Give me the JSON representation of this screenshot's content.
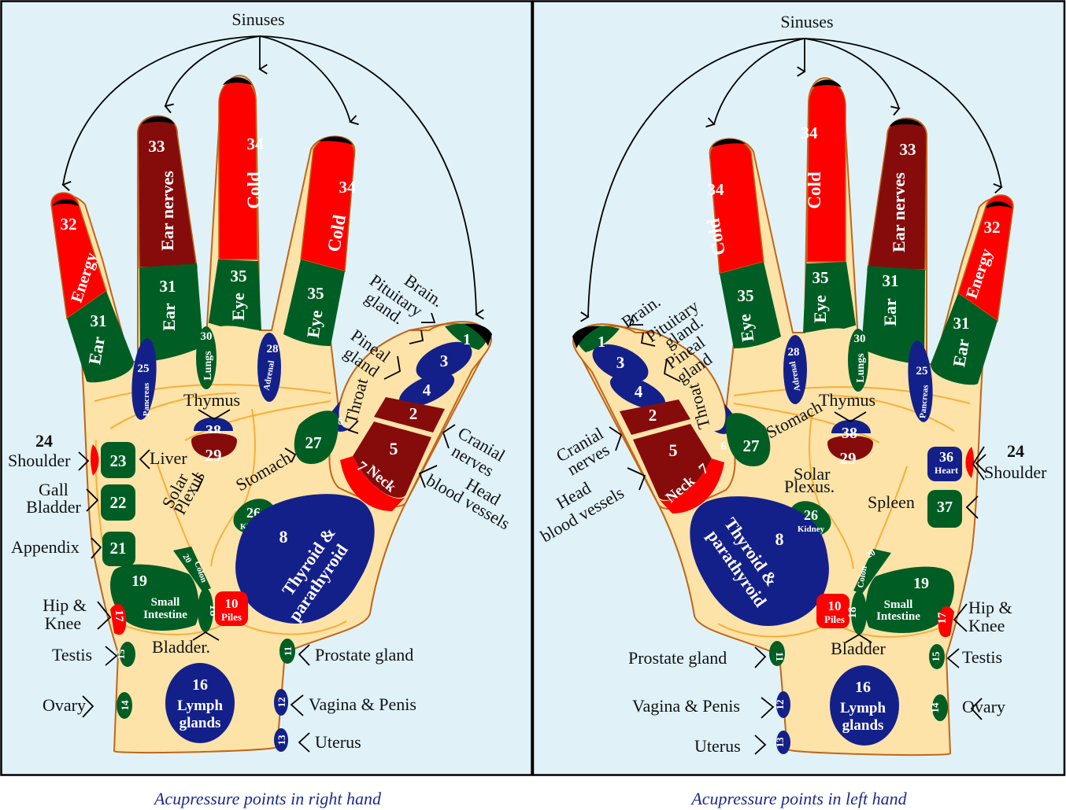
{
  "title": "Acupressure points in hands",
  "colors": {
    "background": "#e0f2f8",
    "skin": "#fde3a8",
    "red": "#ff0000",
    "maroon": "#860c0c",
    "green": "#005e24",
    "blue": "#14208a",
    "caption": "#1d2a8c",
    "crease": "#f5a623"
  },
  "hands": [
    {
      "id": "right",
      "caption": "Acupressure points in right hand",
      "sinuses_label": "Sinuses",
      "fingers": [
        {
          "name": "little",
          "tip_point": "32",
          "tip_label": "Energy",
          "tip_color": "red",
          "base_point": "31",
          "base_label": "Ear"
        },
        {
          "name": "ring",
          "tip_point": "33",
          "tip_label": "Ear nerves",
          "tip_color": "maroon",
          "base_point": "31",
          "base_label": "Ear"
        },
        {
          "name": "middle",
          "tip_point": "34",
          "tip_label": "Cold",
          "tip_color": "red",
          "base_point": "35",
          "base_label": "Eye"
        },
        {
          "name": "index",
          "tip_point": "34",
          "tip_label": "Cold",
          "tip_color": "red",
          "base_point": "35",
          "base_label": "Eye"
        }
      ],
      "thumb": {
        "segments": [
          {
            "point": "1",
            "color": "green"
          },
          {
            "point": "3",
            "color": "blue"
          },
          {
            "point": "4",
            "color": "blue"
          },
          {
            "point": "2",
            "color": "maroon"
          },
          {
            "point": "5",
            "color": "maroon"
          },
          {
            "point": "7",
            "label": "Neck",
            "color": "red"
          }
        ],
        "labels": [
          "Brain.",
          "Pituitary gland.",
          "Pineal gland",
          "Throat",
          "Cranial nerves",
          "Head blood vessels"
        ]
      },
      "palm_points": [
        {
          "point": "25",
          "label": "Pancreas",
          "color": "blue"
        },
        {
          "point": "30",
          "label": "Lungs",
          "color": "green"
        },
        {
          "point": "28",
          "label": "Adrenal",
          "color": "blue"
        },
        {
          "point": "38",
          "label": "",
          "color": "blue"
        },
        {
          "point": "29",
          "label": "",
          "color": "maroon"
        },
        {
          "point": "6",
          "label": "",
          "color": "blue"
        },
        {
          "point": "27",
          "label": "",
          "color": "green"
        },
        {
          "point": "26",
          "label": "Kidney",
          "color": "green"
        },
        {
          "point": "8",
          "label": "Thyroid & parathyroid",
          "color": "blue"
        },
        {
          "point": "23",
          "label": "",
          "color": "green"
        },
        {
          "point": "22",
          "label": "",
          "color": "green"
        },
        {
          "point": "21",
          "label": "",
          "color": "green"
        },
        {
          "point": "19",
          "label": "Small Intestine",
          "color": "green"
        },
        {
          "point": "20",
          "label": "Colon",
          "color": "green"
        },
        {
          "point": "18",
          "label": "",
          "color": "green"
        },
        {
          "point": "10",
          "label": "Piles",
          "color": "red"
        },
        {
          "point": "17",
          "label": "",
          "color": "red"
        },
        {
          "point": "24",
          "label": "",
          "color": "red"
        },
        {
          "point": "15",
          "label": "",
          "color": "green"
        },
        {
          "point": "11",
          "label": "",
          "color": "green"
        },
        {
          "point": "14",
          "label": "",
          "color": "green"
        },
        {
          "point": "16",
          "label": "Lymph glands",
          "color": "blue"
        },
        {
          "point": "12",
          "label": "",
          "color": "blue"
        },
        {
          "point": "13",
          "label": "",
          "color": "blue"
        }
      ],
      "side_labels": {
        "thymus": "Thymus",
        "liver": "Liver",
        "solar_plexus": "Solar Plexus",
        "stomach": "Stomach",
        "shoulder_num": "24",
        "shoulder": "Shoulder",
        "gall_bladder": "Gall Bladder",
        "appendix": "Appendix",
        "hip_knee": "Hip & Knee",
        "bladder": "Bladder.",
        "testis": "Testis",
        "prostate": "Prostate gland",
        "ovary": "Ovary",
        "vagina_penis": "Vagina & Penis",
        "uterus": "Uterus"
      }
    },
    {
      "id": "left",
      "caption": "Acupressure points in left hand",
      "sinuses_label": "Sinuses",
      "fingers": [
        {
          "name": "index",
          "tip_point": "34",
          "tip_label": "Cold",
          "tip_color": "red",
          "base_point": "35",
          "base_label": "Eye"
        },
        {
          "name": "middle",
          "tip_point": "34",
          "tip_label": "Cold",
          "tip_color": "red",
          "base_point": "35",
          "base_label": "Eye"
        },
        {
          "name": "ring",
          "tip_point": "33",
          "tip_label": "Ear nerves",
          "tip_color": "maroon",
          "base_point": "31",
          "base_label": "Ear"
        },
        {
          "name": "little",
          "tip_point": "32",
          "tip_label": "Energy",
          "tip_color": "red",
          "base_point": "31",
          "base_label": "Ear"
        }
      ],
      "thumb": {
        "segments": [
          {
            "point": "1",
            "color": "green"
          },
          {
            "point": "3",
            "color": "blue"
          },
          {
            "point": "4",
            "color": "blue"
          },
          {
            "point": "2",
            "color": "maroon"
          },
          {
            "point": "5",
            "color": "maroon"
          },
          {
            "point": "7",
            "label": "Neck",
            "color": "red"
          }
        ],
        "labels": [
          "Brain.",
          "Pituitary gland.",
          "Pineal gland",
          "Throat",
          "Cranial nerves",
          "Head blood vessels"
        ]
      },
      "palm_points": [
        {
          "point": "28",
          "label": "Adrenal",
          "color": "blue"
        },
        {
          "point": "30",
          "label": "Lungs",
          "color": "green"
        },
        {
          "point": "25",
          "label": "Pancreas",
          "color": "blue"
        },
        {
          "point": "38",
          "label": "",
          "color": "blue"
        },
        {
          "point": "29",
          "label": "",
          "color": "maroon"
        },
        {
          "point": "6",
          "label": "",
          "color": "blue"
        },
        {
          "point": "27",
          "label": "",
          "color": "green"
        },
        {
          "point": "26",
          "label": "Kidney",
          "color": "green"
        },
        {
          "point": "8",
          "label": "Thyroid & parathyroid",
          "color": "blue"
        },
        {
          "point": "36",
          "label": "Heart",
          "color": "blue"
        },
        {
          "point": "37",
          "label": "",
          "color": "green"
        },
        {
          "point": "19",
          "label": "Small Intestine",
          "color": "green"
        },
        {
          "point": "20",
          "label": "Colon",
          "color": "green"
        },
        {
          "point": "18",
          "label": "",
          "color": "green"
        },
        {
          "point": "10",
          "label": "Piles",
          "color": "red"
        },
        {
          "point": "17",
          "label": "",
          "color": "red"
        },
        {
          "point": "24",
          "label": "",
          "color": "red"
        },
        {
          "point": "11",
          "label": "",
          "color": "green"
        },
        {
          "point": "15",
          "label": "",
          "color": "green"
        },
        {
          "point": "12",
          "label": "",
          "color": "blue"
        },
        {
          "point": "14",
          "label": "",
          "color": "green"
        },
        {
          "point": "16",
          "label": "Lymph glands",
          "color": "blue"
        },
        {
          "point": "13",
          "label": "",
          "color": "blue"
        }
      ],
      "side_labels": {
        "thymus": "Thymus",
        "stomach": "Stomach",
        "solar_plexus": "Solar Plexus.",
        "shoulder_num": "24",
        "shoulder": "Shoulder",
        "spleen": "Spleen",
        "hip_knee": "Hip & Knee",
        "bladder": "Bladder",
        "prostate": "Prostate gland",
        "testis": "Testis",
        "vagina_penis": "Vagina & Penis",
        "ovary": "Ovary",
        "uterus": "Uterus"
      }
    }
  ]
}
